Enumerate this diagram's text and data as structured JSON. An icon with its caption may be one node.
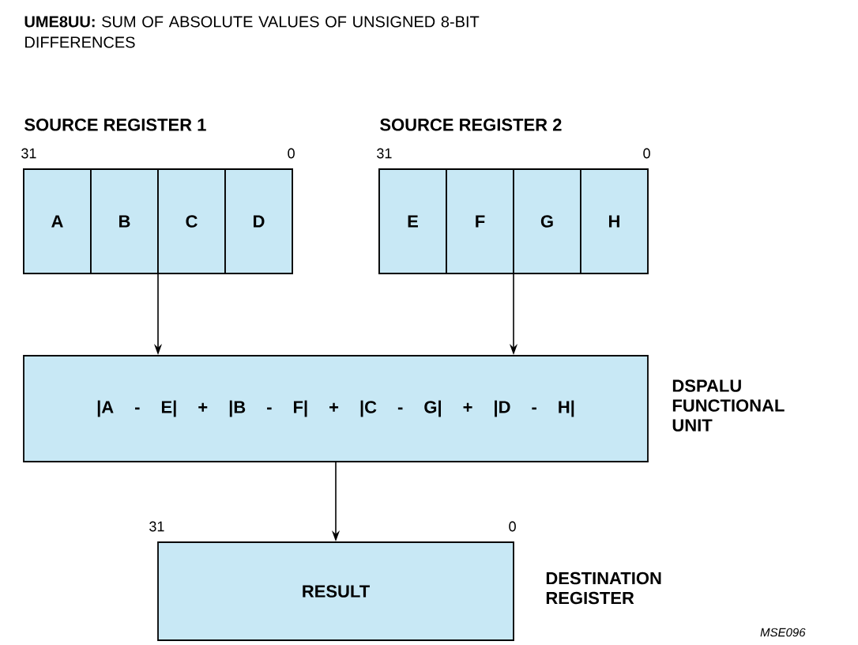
{
  "diagram": {
    "title": "**UME8UU:** SUM OF ABSOLUTE VALUES OF UNSIGNED 8-BIT DIFFERENCES",
    "nodes": [
      {
        "text": [
          "SOURCE REGISTER 1"
        ]
      },
      {
        "text": [
          "A"
        ],
        "in": 0
      },
      {
        "text": [
          "B"
        ],
        "in": 0
      },
      {
        "text": [
          "C"
        ],
        "in": 0
      },
      {
        "text": [
          "D"
        ],
        "in": 0
      },
      {
        "text": [
          "SOURCE REGISTER 2"
        ]
      },
      {
        "text": [
          "E"
        ],
        "in": 5
      },
      {
        "text": [
          "F"
        ],
        "in": 5
      },
      {
        "text": [
          "G"
        ],
        "in": 5
      },
      {
        "text": [
          "H"
        ],
        "in": 5
      },
      {
        "text": [
          "|A - E| + |B - F| + |C - G| + |D - H|"
        ],
        "beside": [
          "DSPALU FUNCTIONAL UNIT"
        ]
      },
      {
        "text": [
          "RESULT"
        ],
        "beside": [
          "DESTINATION REGISTER"
        ]
      }
    ],
    "edges": [
      {
        "from": 0,
        "to": 10,
        "arrow": "to"
      },
      {
        "from": 5,
        "to": 10,
        "arrow": "to"
      },
      {
        "from": 10,
        "to": 11,
        "arrow": "to"
      }
    ],
    "labels": [
      "31",
      "0",
      "31",
      "0",
      "31",
      "0",
      "MSE096"
    ]
  }
}
